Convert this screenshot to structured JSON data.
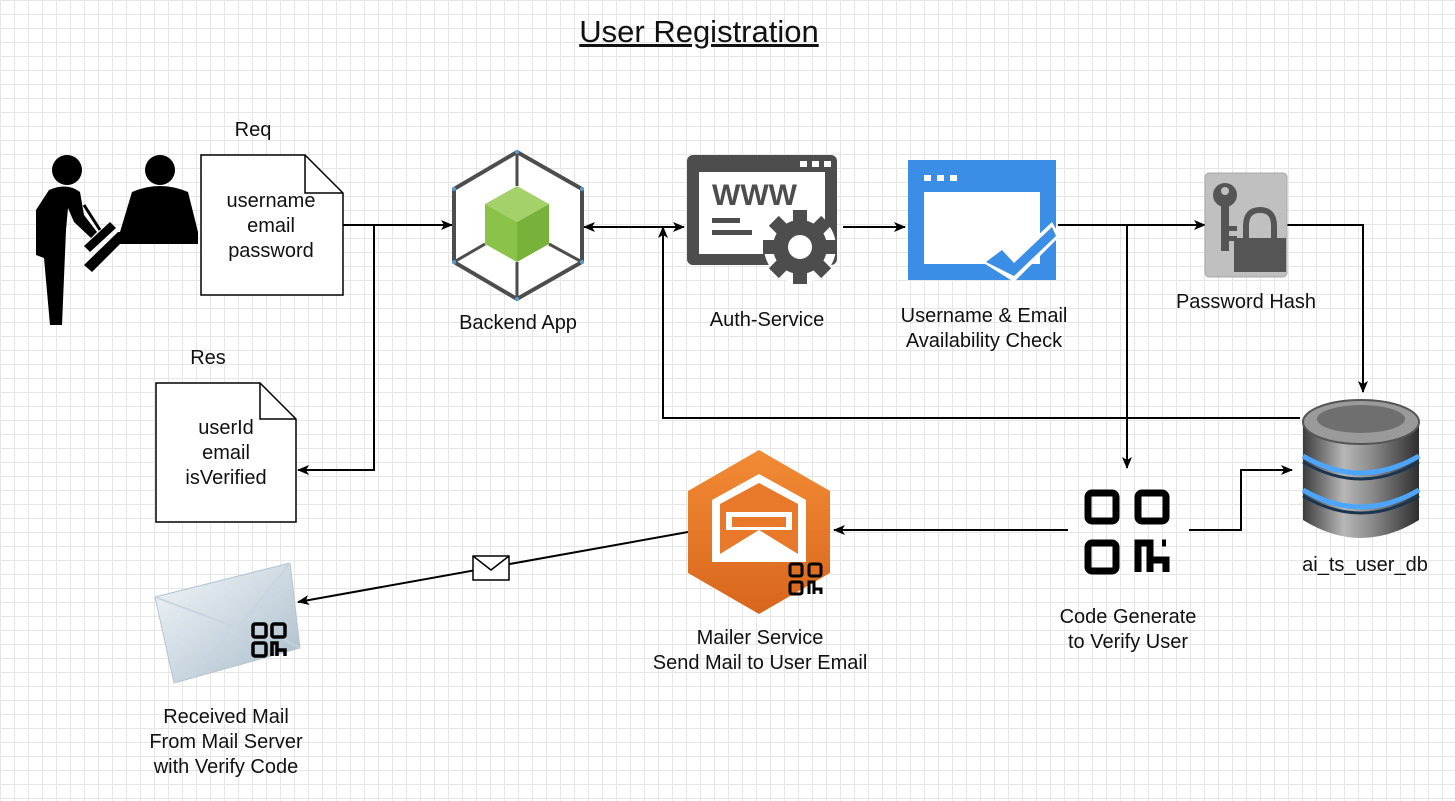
{
  "title": "User Registration",
  "request": {
    "label": "Req",
    "fields": [
      "username",
      "email",
      "password"
    ]
  },
  "response": {
    "label": "Res",
    "fields": [
      "userId",
      "email",
      "isVerified"
    ]
  },
  "nodes": {
    "backend": "Backend App",
    "auth": "Auth-Service",
    "www_text": "WWW",
    "availability": [
      "Username & Email",
      "Availability Check"
    ],
    "password_hash": "Password Hash",
    "database": "ai_ts_user_db",
    "code_generate": [
      "Code Generate",
      "to Verify User"
    ],
    "mailer": [
      "Mailer Service",
      "Send Mail to User Email"
    ],
    "received_mail": [
      "Received Mail",
      "From Mail Server",
      "with Verify Code"
    ]
  },
  "icons": {
    "users": "users-at-desk-icon",
    "backend": "green-cube-hexagon-icon",
    "auth": "www-gear-icon",
    "availability": "browser-checkmark-icon",
    "password_hash": "key-lock-icon",
    "database": "database-cylinder-icon",
    "code_generate": "qr-code-icon",
    "mailer": "orange-mail-hexagon-icon",
    "received_mail": "envelope-qr-icon",
    "message": "envelope-icon"
  },
  "colors": {
    "green": "#8bc34a",
    "blue": "#3a8ee6",
    "orange": "#e8792a",
    "gray": "#4d4d4d"
  }
}
